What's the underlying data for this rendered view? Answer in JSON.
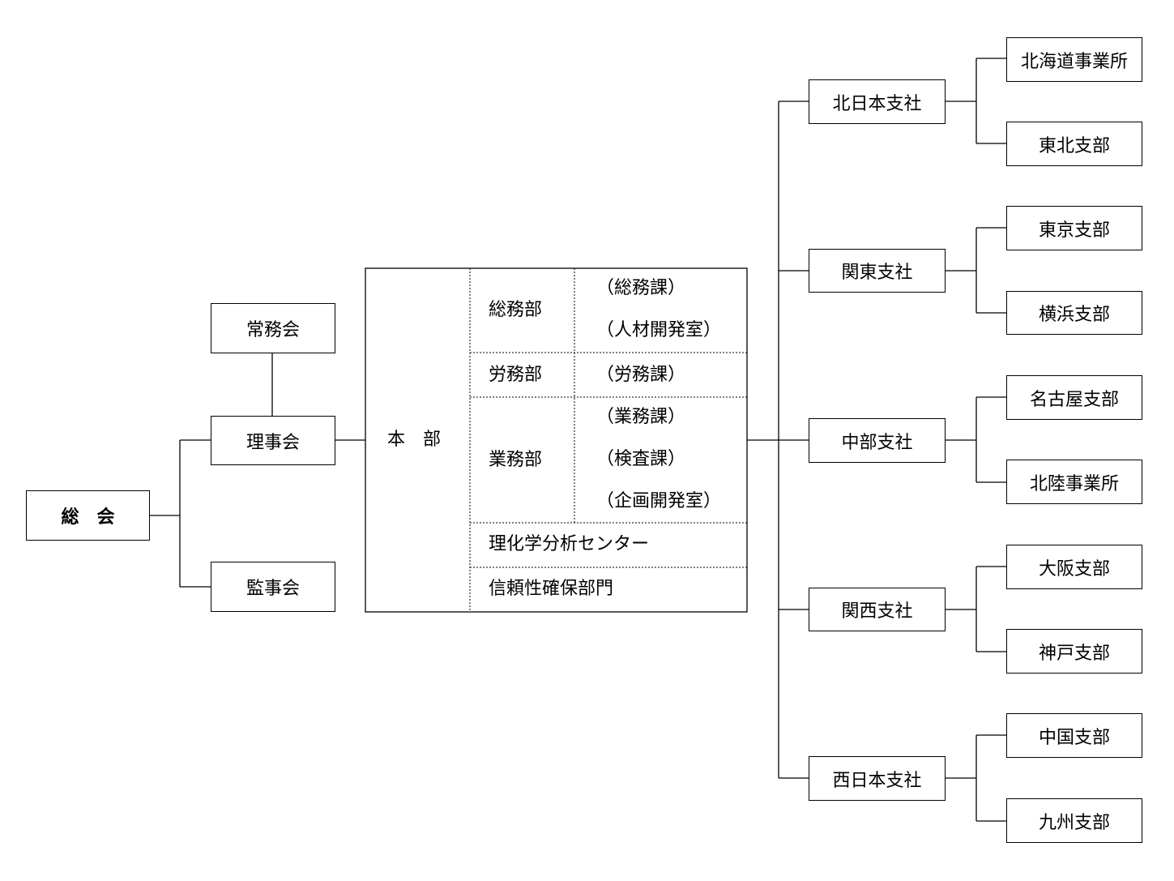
{
  "governance": {
    "general_meeting": "総　会",
    "executive_committee": "常務会",
    "board": "理事会",
    "auditors": "監事会"
  },
  "headquarters": {
    "title": "本　部",
    "departments": [
      {
        "name": "総務部",
        "sections": [
          "（総務課）",
          "（人材開発室）"
        ]
      },
      {
        "name": "労務部",
        "sections": [
          "（労務課）"
        ]
      },
      {
        "name": "業務部",
        "sections": [
          "（業務課）",
          "（検査課）",
          "（企画開発室）"
        ]
      },
      {
        "name": "理化学分析センター",
        "sections": []
      },
      {
        "name": "信頼性確保部門",
        "sections": []
      }
    ]
  },
  "branches": [
    {
      "name": "北日本支社",
      "offices": [
        "北海道事業所",
        "東北支部"
      ]
    },
    {
      "name": "関東支社",
      "offices": [
        "東京支部",
        "横浜支部"
      ]
    },
    {
      "name": "中部支社",
      "offices": [
        "名古屋支部",
        "北陸事業所"
      ]
    },
    {
      "name": "関西支社",
      "offices": [
        "大阪支部",
        "神戸支部"
      ]
    },
    {
      "name": "西日本支社",
      "offices": [
        "中国支部",
        "九州支部"
      ]
    }
  ]
}
